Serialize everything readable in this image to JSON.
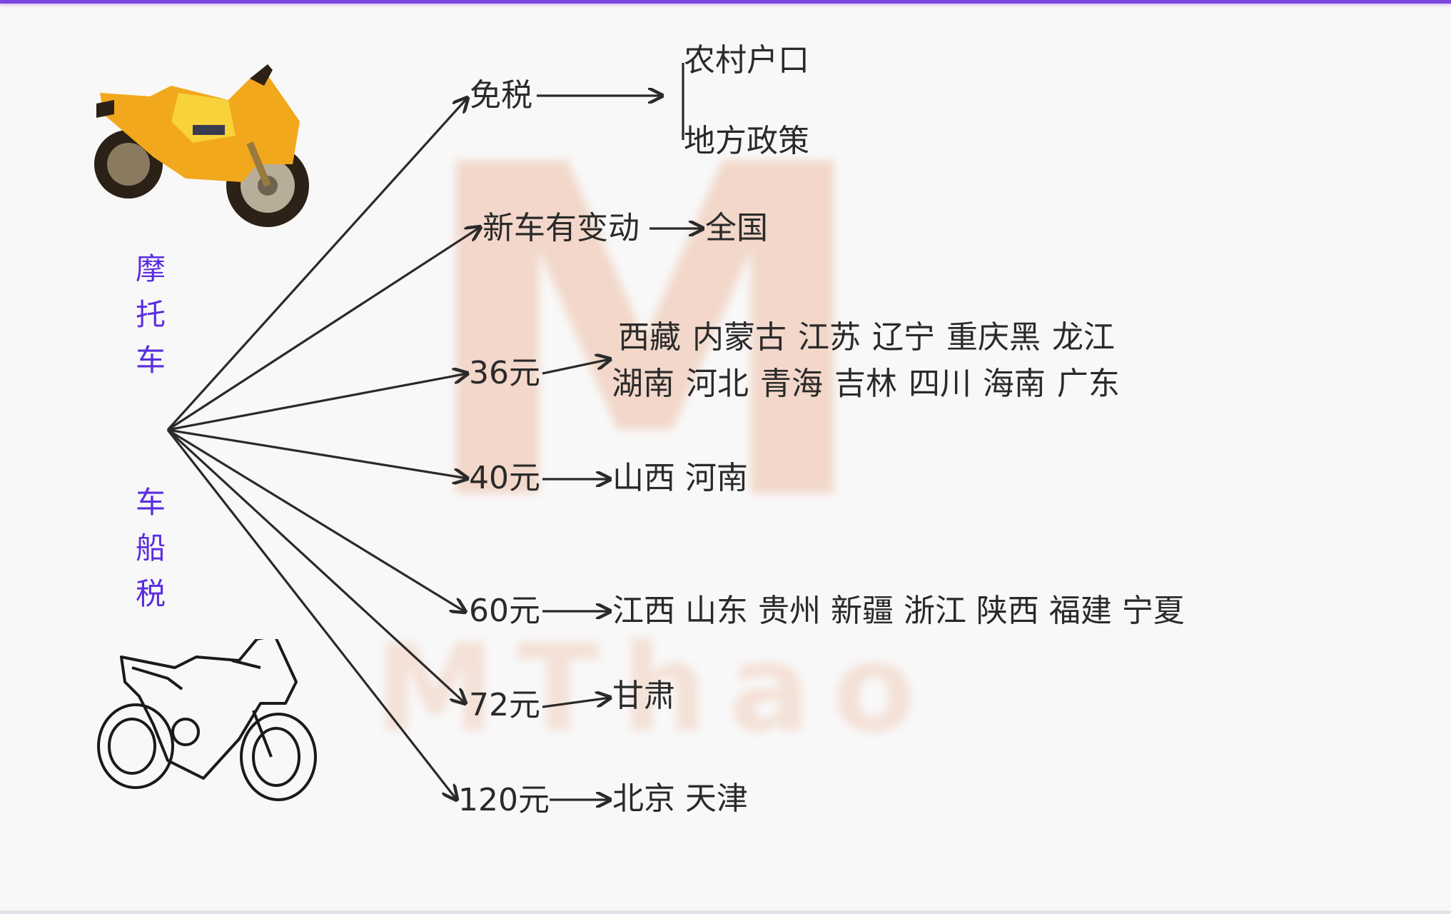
{
  "title": {
    "top": [
      "摩",
      "托",
      "车"
    ],
    "bottom": [
      "车",
      "船",
      "税"
    ]
  },
  "watermark": {
    "big": "M",
    "small": "MThao"
  },
  "branches": [
    {
      "label": "免税",
      "targets": [
        "农村户口",
        "地方政策"
      ]
    },
    {
      "label": "新车有变动",
      "targets": [
        "全国"
      ]
    },
    {
      "label": "36元",
      "targets": [
        "西藏 内蒙古 江苏 辽宁 重庆黑 龙江",
        "湖南 河北 青海 吉林 四川 海南 广东"
      ]
    },
    {
      "label": "40元",
      "targets": [
        "山西 河南"
      ]
    },
    {
      "label": "60元",
      "targets": [
        "江西 山东 贵州 新疆 浙江 陕西 福建 宁夏"
      ]
    },
    {
      "label": "72元",
      "targets": [
        "甘肃"
      ]
    },
    {
      "label": "120元",
      "targets": [
        "北京 天津"
      ]
    }
  ],
  "images": {
    "top": "yellow-sport-motorcycle-photo",
    "bottom": "motorcycle-line-sketch"
  },
  "colors": {
    "accent_purple": "#7b46e0",
    "title_text": "#5a2de0",
    "line": "#2a2a2a",
    "watermark": "#f1d2c2"
  }
}
